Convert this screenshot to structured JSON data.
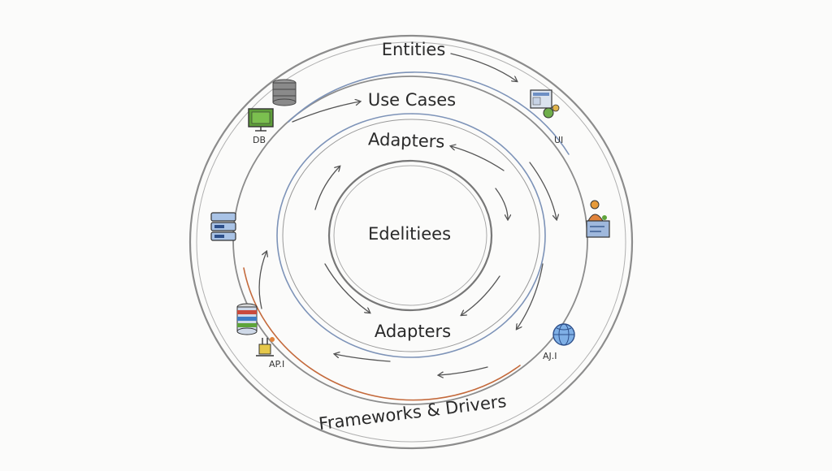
{
  "diagram": {
    "rings": {
      "outer": "Entities",
      "second": "Use Cases",
      "third_top": "Adapters",
      "third_bottom": "Adapters",
      "bottom_outer": "Frameworks & Drivers",
      "core": "Edelitiees"
    },
    "icon_labels": {
      "db": "DB",
      "ui": "UI",
      "api_left": "AP.I",
      "api_right": "AJ.I"
    },
    "icons": [
      "database-icon",
      "monitor-icon",
      "ui-window-icon",
      "user-icon",
      "server-icon",
      "stacked-database-icon",
      "globe-icon"
    ],
    "colors": {
      "ring_gray": "#8c8c8c",
      "ring_blue": "#7d93b8",
      "ring_orange": "#c46a3c",
      "ink": "#2a2a2a"
    }
  }
}
